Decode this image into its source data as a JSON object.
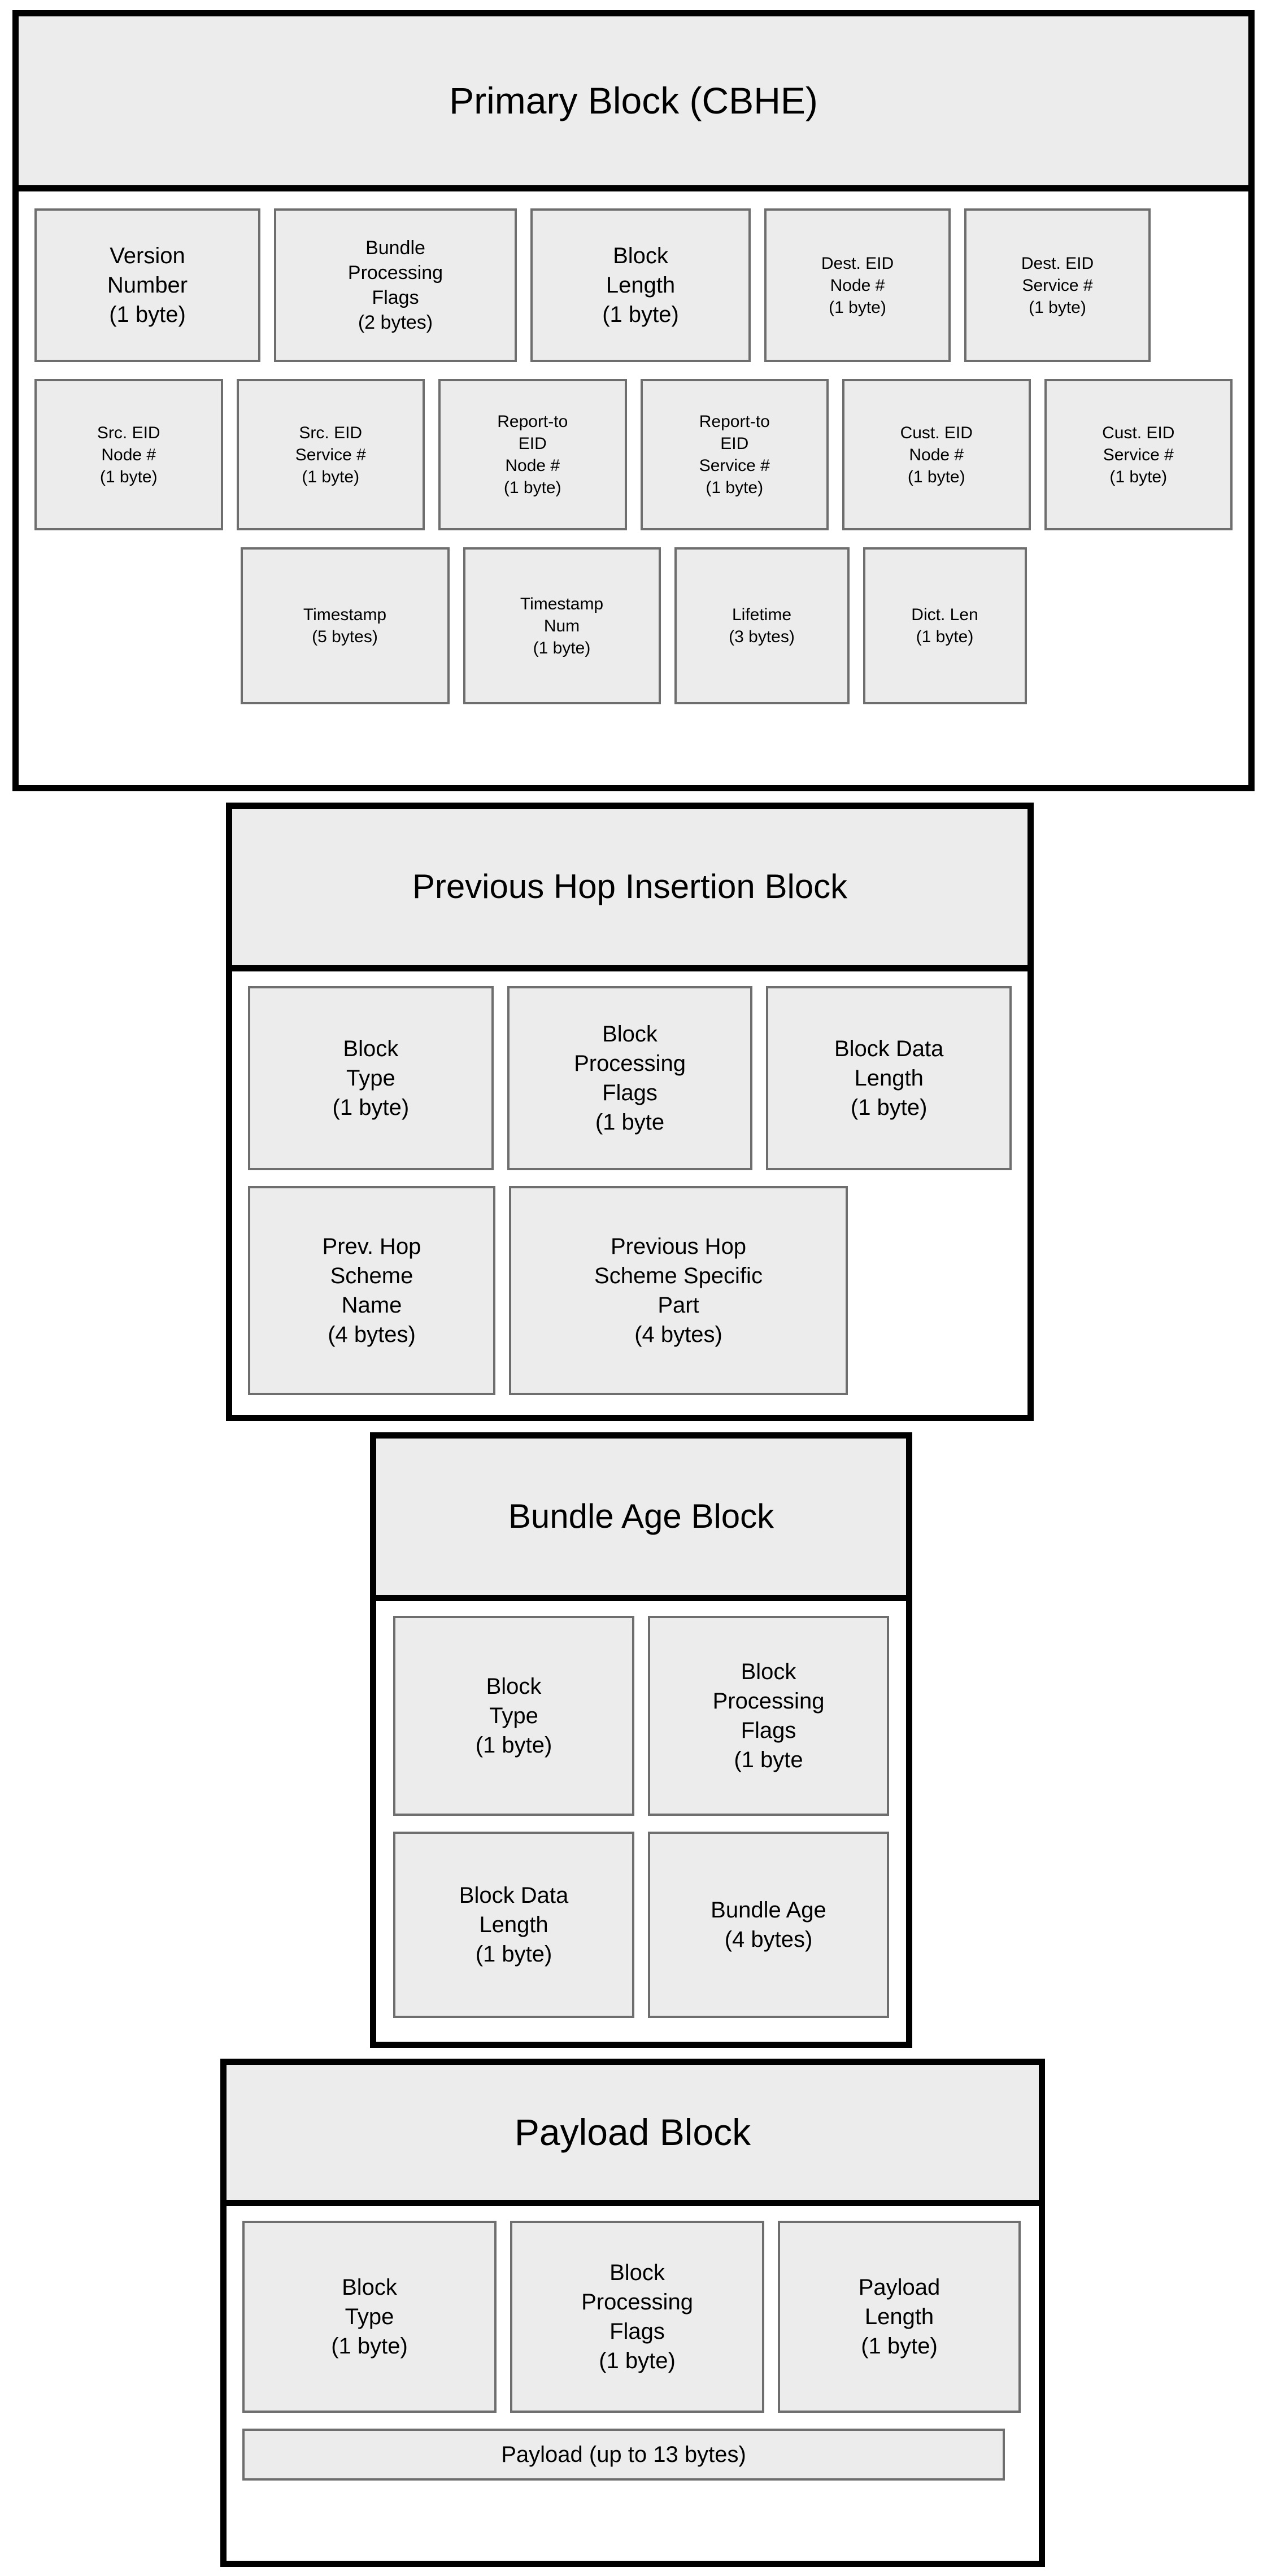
{
  "diagram": {
    "title": "Bundle Protocol block structure",
    "colors": {
      "cell_fill": "#ececec",
      "cell_border": "#6e6e6e",
      "block_border": "#000000",
      "page_background": "#ffffff"
    }
  },
  "blocks": [
    {
      "id": "primary-block",
      "header": "Primary Block\n(CBHE)",
      "rows": [
        [
          {
            "label": "Version\nNumber\n(1 byte)"
          },
          {
            "label": "Bundle\nProcessing\nFlags\n(2 bytes)"
          },
          {
            "label": "Block\nLength\n(1 byte)"
          },
          {
            "label": "Dest. EID\nNode #\n(1 byte)"
          },
          {
            "label": "Dest. EID\nService #\n(1 byte)"
          }
        ],
        [
          {
            "label": "Src. EID\nNode #\n(1 byte)"
          },
          {
            "label": "Src. EID\nService #\n(1 byte)"
          },
          {
            "label": "Report-to\nEID\nNode #\n(1 byte)"
          },
          {
            "label": "Report-to\nEID\nService #\n(1 byte)"
          },
          {
            "label": "Cust. EID\nNode #\n(1 byte)"
          },
          {
            "label": "Cust. EID\nService #\n(1 byte)"
          }
        ],
        [
          {
            "label": "Timestamp\n(5 bytes)"
          },
          {
            "label": "Timestamp\nNum\n(1 byte)"
          },
          {
            "label": "Lifetime\n(3 bytes)"
          },
          {
            "label": "Dict. Len\n(1 byte)"
          }
        ]
      ]
    },
    {
      "id": "phib-block",
      "header": "Previous Hop Insertion\nBlock",
      "rows": [
        [
          {
            "label": "Block\nType\n(1 byte)"
          },
          {
            "label": "Block\nProcessing\nFlags\n(1 byte"
          },
          {
            "label": "Block Data\nLength\n(1 byte)"
          }
        ],
        [
          {
            "label": "Prev. Hop\nScheme\nName\n(4 bytes)"
          },
          {
            "label": "Previous Hop\nScheme Specific\nPart\n(4 bytes)"
          }
        ]
      ]
    },
    {
      "id": "bab-block",
      "header": "Bundle Age\nBlock",
      "rows": [
        [
          {
            "label": "Block\nType\n(1 byte)"
          },
          {
            "label": "Block\nProcessing\nFlags\n(1 byte"
          }
        ],
        [
          {
            "label": "Block Data\nLength\n(1 byte)"
          },
          {
            "label": "Bundle Age\n(4 bytes)"
          }
        ]
      ]
    },
    {
      "id": "payload-block",
      "header": "Payload Block",
      "rows": [
        [
          {
            "label": "Block\nType\n(1 byte)"
          },
          {
            "label": "Block\nProcessing\nFlags\n(1 byte)"
          },
          {
            "label": "Payload\nLength\n(1 byte)"
          }
        ],
        [
          {
            "label": "Payload (up to 13 bytes)"
          }
        ]
      ]
    }
  ]
}
